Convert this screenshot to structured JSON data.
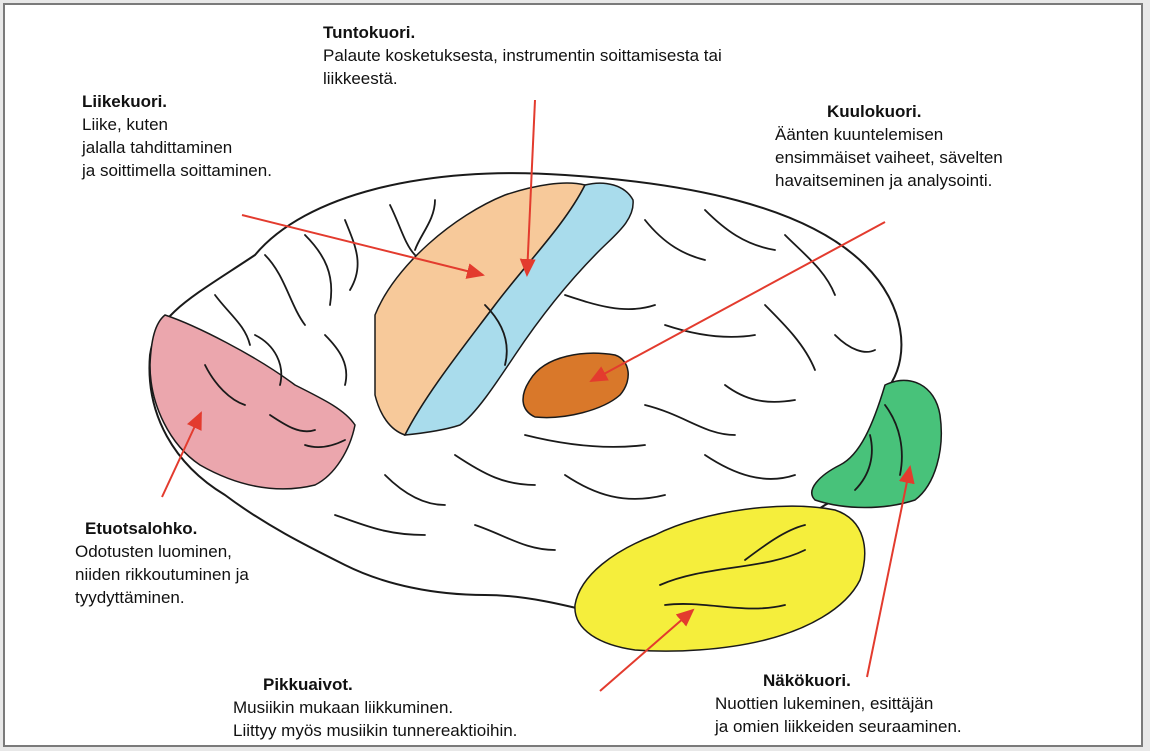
{
  "labels": {
    "tuntokuori": {
      "title": "Tuntokuori.",
      "text": "Palaute kosketuksesta, instrumentin soittamisesta tai\nliikkeestä."
    },
    "liikekuori": {
      "title": "Liikekuori.",
      "text": "Liike, kuten\njalalla tahdittaminen\nja soittimella soittaminen."
    },
    "kuulokuori": {
      "title": "Kuulokuori.",
      "text": "Äänten kuuntelemisen\nensimmäiset vaiheet, sävelten\nhavaitseminen ja analysointi."
    },
    "etuotsalohko": {
      "title": "Etuotsalohko.",
      "text": "Odotusten luominen,\nniiden rikkoutuminen ja\ntyydyttäminen."
    },
    "pikkuaivot": {
      "title": "Pikkuaivot.",
      "text": "Musiikin mukaan liikkuminen.\nLiittyy myös musiikin tunnereaktioihin."
    },
    "nakokuori": {
      "title": "Näkökuori.",
      "text": "Nuottien lukeminen, esittäjän\n ja omien liikkeiden seuraaminen."
    }
  },
  "colors": {
    "motor": "#f7c99a",
    "somatosensory": "#a9dcec",
    "auditory": "#d9782a",
    "prefrontal": "#eba6ad",
    "visual": "#48c27a",
    "cerebellum": "#f5ee3c",
    "arrow": "#e33b2e",
    "outline": "#1a1a1a"
  }
}
